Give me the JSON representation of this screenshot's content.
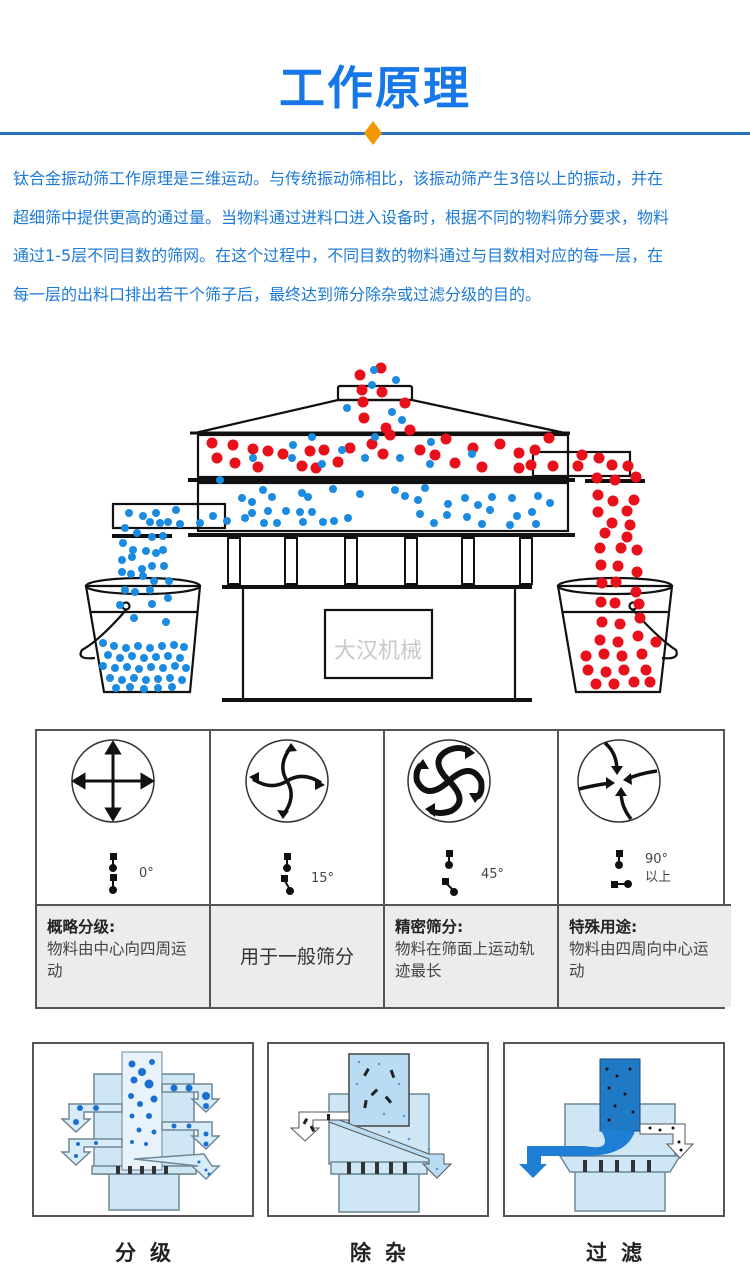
{
  "header": {
    "title": "工作原理",
    "accent_color": "#1677e8",
    "divider_color": "#2a72c0",
    "diamond_color": "#f39800"
  },
  "intro": {
    "color": "#1c7ad6",
    "lines": [
      "钛合金振动筛工作原理是三维运动。与传统振动筛相比，该振动筛产生3倍以上的振动，并在",
      "超细筛中提供更高的通过量。当物料通过进料口进入设备时，根据不同的物料筛分要求，物料",
      "通过1-5层不同目数的筛网。在这个过程中，不同目数的物料通过与目数相对应的每一层，在",
      "每一层的出料口排出若干个筛子后，最终达到筛分除杂或过滤分级的目的。"
    ]
  },
  "machine_diagram": {
    "watermark": "大汉机械",
    "particle_colors": {
      "coarse": "#e8101a",
      "fine": "#1a8be0"
    }
  },
  "motion_table": {
    "cells": [
      {
        "angle": "0°",
        "angle_extra": "",
        "pattern": "cross-arrows",
        "head": "概略分级:",
        "desc": "物料由中心向四周运动"
      },
      {
        "angle": "15°",
        "angle_extra": "",
        "pattern": "light-spiral",
        "head": "",
        "desc": "用于一般筛分"
      },
      {
        "angle": "45°",
        "angle_extra": "",
        "pattern": "strong-spiral",
        "head": "精密筛分:",
        "desc": "物料在筛面上运动轨迹最长"
      },
      {
        "angle": "90°",
        "angle_extra": "以上",
        "pattern": "inward-arrows",
        "head": "特殊用途:",
        "desc": "物料由四周向中心运动"
      }
    ]
  },
  "applications": [
    {
      "label": "分级",
      "type": "grading"
    },
    {
      "label": "除杂",
      "type": "impurity-removal"
    },
    {
      "label": "过滤",
      "type": "filtering"
    }
  ]
}
